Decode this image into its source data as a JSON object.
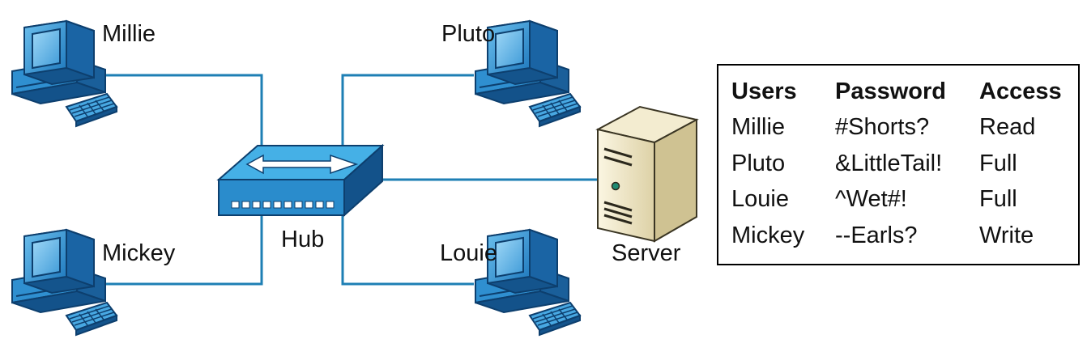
{
  "nodes": {
    "millie": "Millie",
    "mickey": "Mickey",
    "pluto": "Pluto",
    "louie": "Louie",
    "hub": "Hub",
    "server": "Server"
  },
  "colors": {
    "link": "#1e7fb4",
    "device_blue": "#2a8ccc",
    "device_dark": "#0d4a80",
    "server_body": "#efe6c6",
    "hub_top": "#45b0e6"
  },
  "table": {
    "headers": [
      "Users",
      "Password",
      "Access"
    ],
    "rows": [
      [
        "Millie",
        "#Shorts?",
        "Read"
      ],
      [
        "Pluto",
        "&LittleTail!",
        "Full"
      ],
      [
        "Louie",
        "^Wet#!",
        "Full"
      ],
      [
        "Mickey",
        "--Earls?",
        "Write"
      ]
    ]
  }
}
